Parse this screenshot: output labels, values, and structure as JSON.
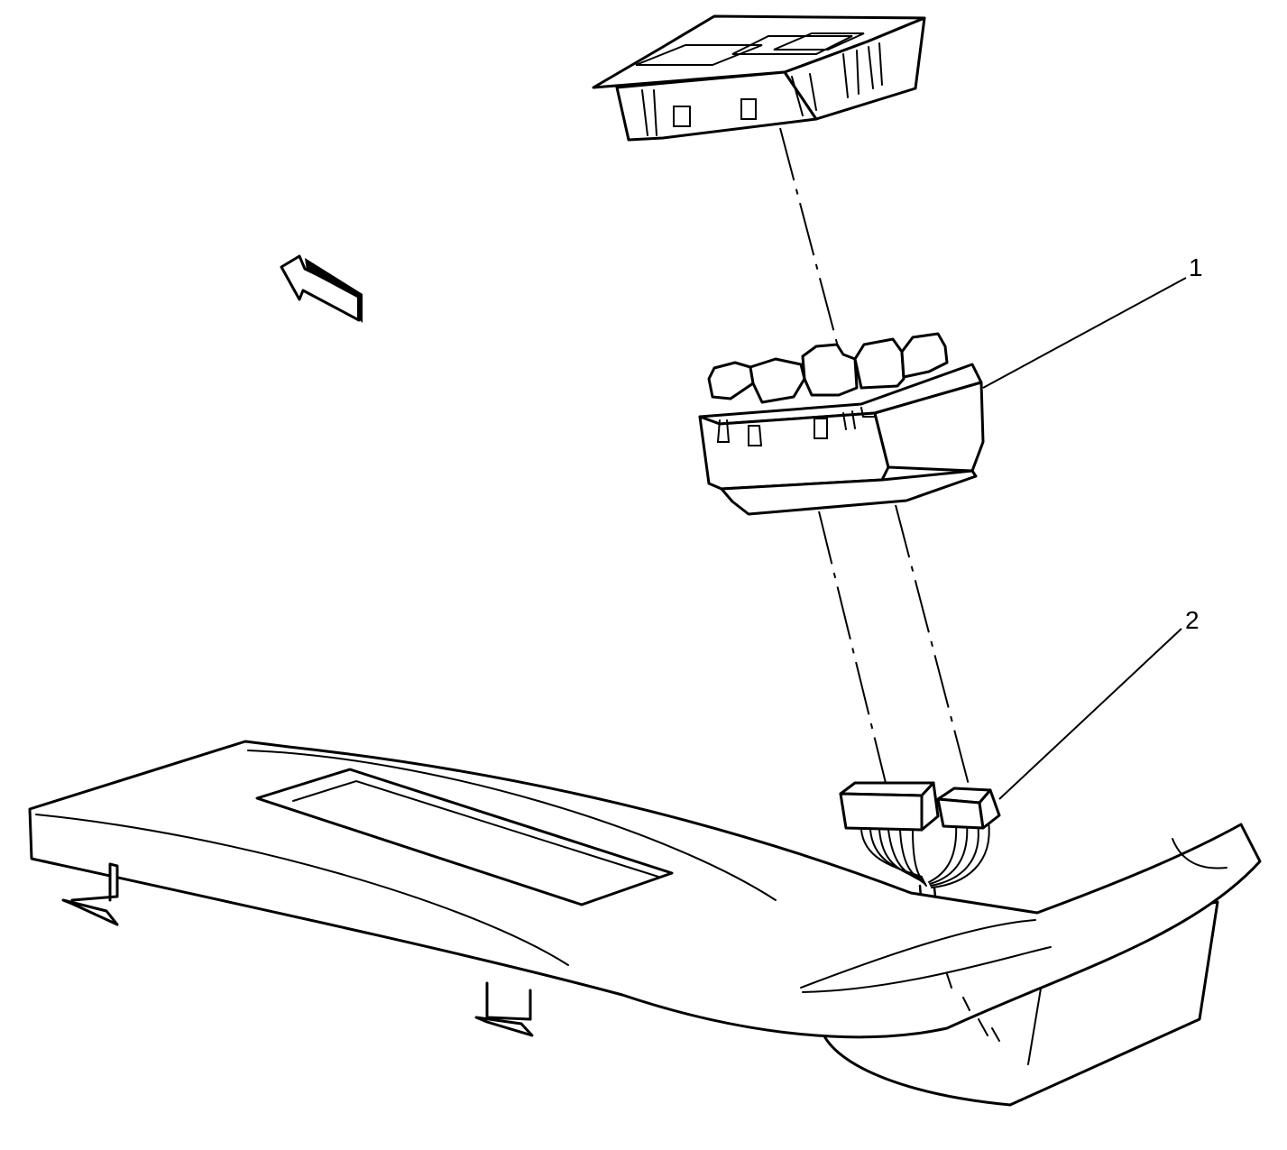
{
  "callouts": [
    {
      "label": "1",
      "part": "switch-assembly"
    },
    {
      "label": "2",
      "part": "electrical-connector"
    }
  ],
  "icons": [
    "direction-arrow-icon"
  ],
  "colors": {
    "line": "#000000",
    "background": "#ffffff"
  }
}
